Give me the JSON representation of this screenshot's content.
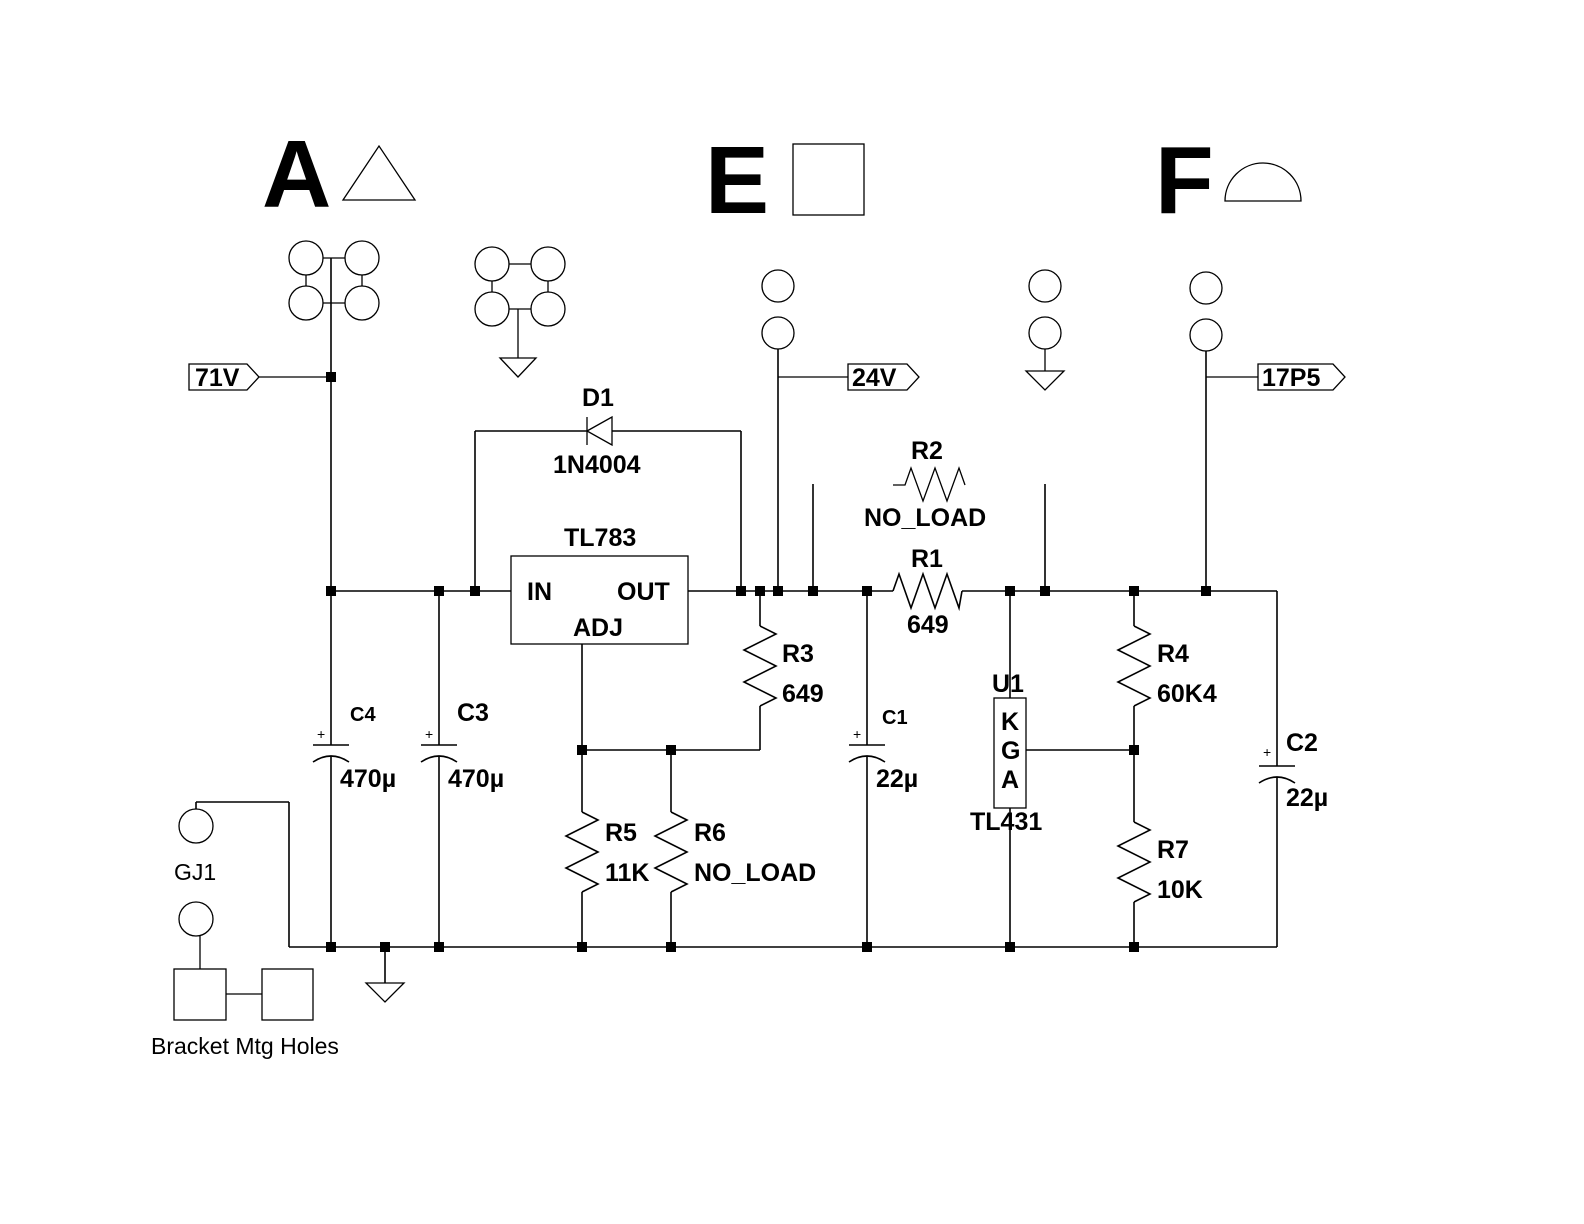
{
  "headers": {
    "a": "A",
    "e": "E",
    "f": "F"
  },
  "net_labels": {
    "v71": "71V",
    "v24": "24V",
    "v17p5": "17P5"
  },
  "components": {
    "d1": {
      "ref": "D1",
      "value": "1N4004"
    },
    "reg": {
      "value": "TL783",
      "pin_in": "IN",
      "pin_out": "OUT",
      "pin_adj": "ADJ"
    },
    "r1": {
      "ref": "R1",
      "value": "649"
    },
    "r2": {
      "ref": "R2",
      "value": "NO_LOAD"
    },
    "r3": {
      "ref": "R3",
      "value": "649"
    },
    "r4": {
      "ref": "R4",
      "value": "60K4"
    },
    "r5": {
      "ref": "R5",
      "value": "11K"
    },
    "r6": {
      "ref": "R6",
      "value": "NO_LOAD"
    },
    "r7": {
      "ref": "R7",
      "value": "10K"
    },
    "c1": {
      "ref": "C1",
      "value": "22µ"
    },
    "c2": {
      "ref": "C2",
      "value": "22µ"
    },
    "c3": {
      "ref": "C3",
      "value": "470µ"
    },
    "c4": {
      "ref": "C4",
      "value": "470µ"
    },
    "u1": {
      "ref": "U1",
      "value": "TL431",
      "pin_k": "K",
      "pin_g": "G",
      "pin_a": "A"
    },
    "gj1": {
      "ref": "GJ1"
    }
  },
  "plus_sign": "+",
  "bracket_label": "Bracket Mtg Holes"
}
